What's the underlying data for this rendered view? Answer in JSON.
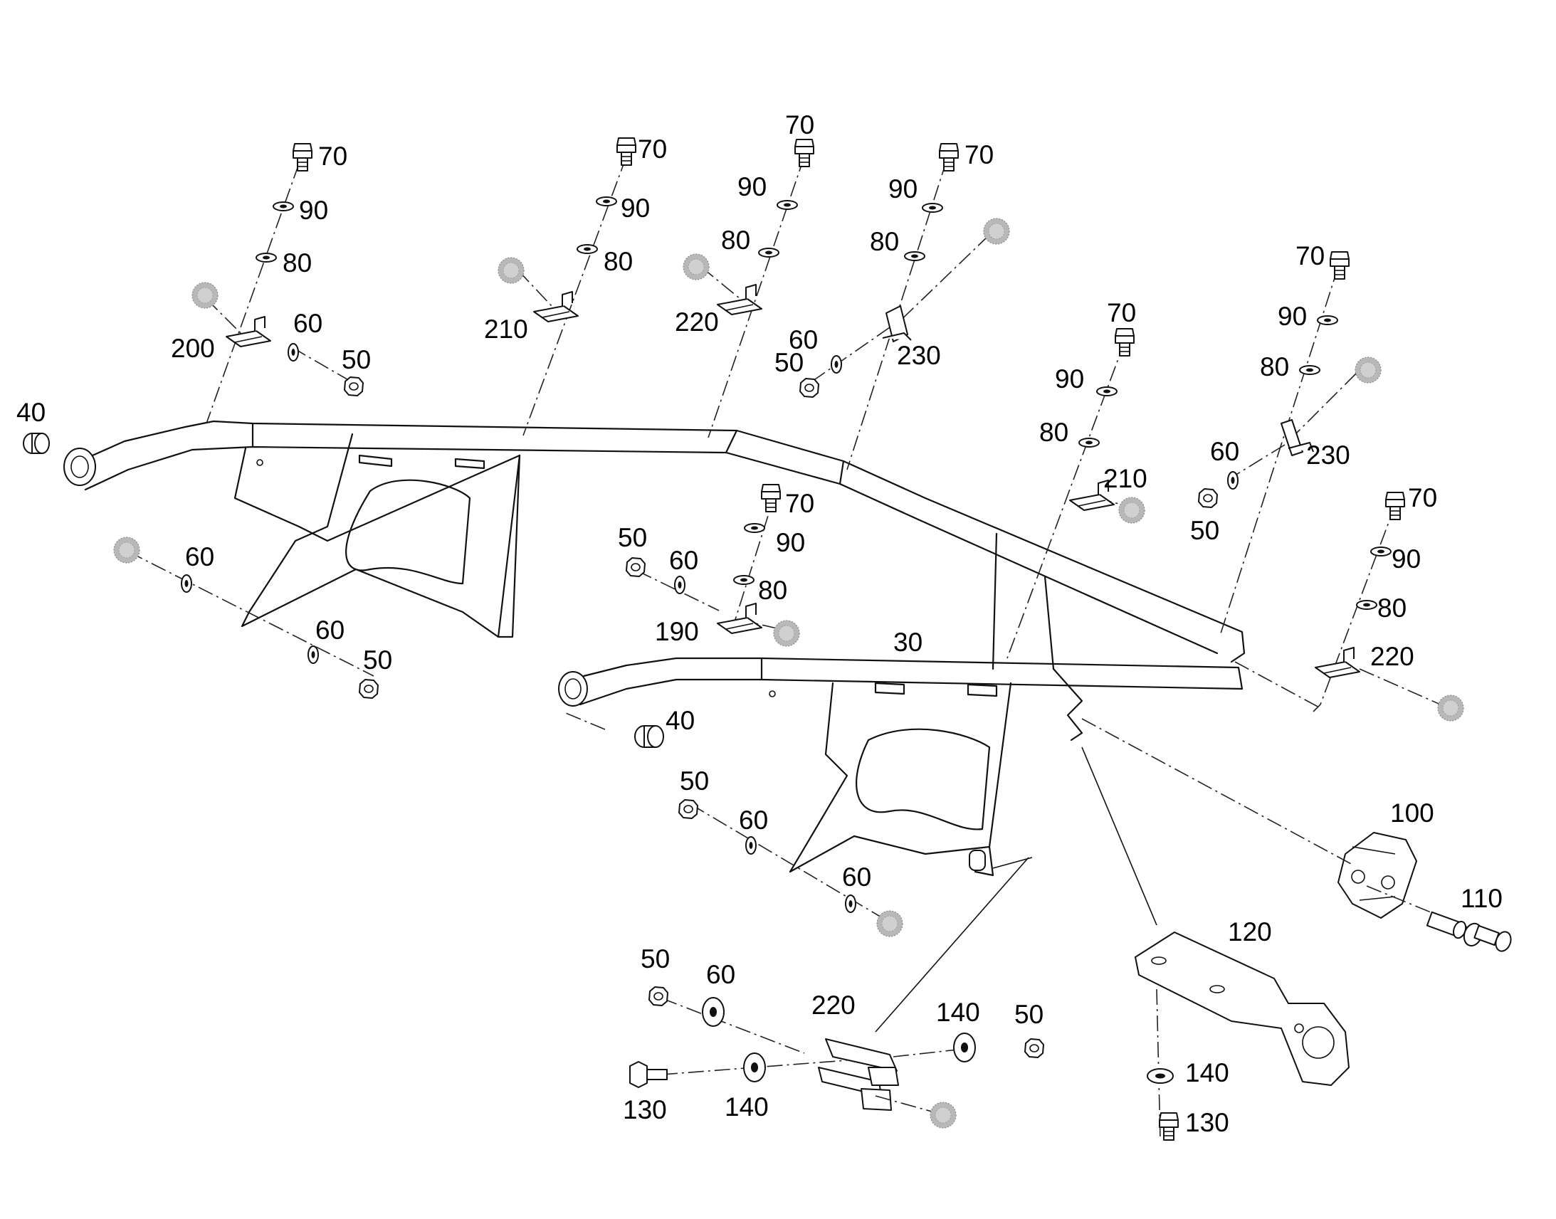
{
  "callouts": [
    {
      "id": "c-70-a",
      "text": "70"
    },
    {
      "id": "c-90-a",
      "text": "90"
    },
    {
      "id": "c-80-a",
      "text": "80"
    },
    {
      "id": "c-60-a",
      "text": "60"
    },
    {
      "id": "c-200",
      "text": "200"
    },
    {
      "id": "c-50-a",
      "text": "50"
    },
    {
      "id": "c-40-a",
      "text": "40"
    },
    {
      "id": "c-70-b",
      "text": "70"
    },
    {
      "id": "c-90-b",
      "text": "90"
    },
    {
      "id": "c-80-b",
      "text": "80"
    },
    {
      "id": "c-210-a",
      "text": "210"
    },
    {
      "id": "c-70-c",
      "text": "70"
    },
    {
      "id": "c-90-c",
      "text": "90"
    },
    {
      "id": "c-80-c",
      "text": "80"
    },
    {
      "id": "c-220-a",
      "text": "220"
    },
    {
      "id": "c-70-d",
      "text": "70"
    },
    {
      "id": "c-90-d",
      "text": "90"
    },
    {
      "id": "c-80-d",
      "text": "80"
    },
    {
      "id": "c-60-b",
      "text": "60"
    },
    {
      "id": "c-50-b",
      "text": "50"
    },
    {
      "id": "c-230-a",
      "text": "230"
    },
    {
      "id": "c-70-e",
      "text": "70"
    },
    {
      "id": "c-90-e",
      "text": "90"
    },
    {
      "id": "c-80-e",
      "text": "80"
    },
    {
      "id": "c-210-b",
      "text": "210"
    },
    {
      "id": "c-70-f",
      "text": "70"
    },
    {
      "id": "c-90-f",
      "text": "90"
    },
    {
      "id": "c-80-f",
      "text": "80"
    },
    {
      "id": "c-60-c",
      "text": "60"
    },
    {
      "id": "c-230-b",
      "text": "230"
    },
    {
      "id": "c-50-c",
      "text": "50"
    },
    {
      "id": "c-70-g",
      "text": "70"
    },
    {
      "id": "c-90-g",
      "text": "90"
    },
    {
      "id": "c-80-g",
      "text": "80"
    },
    {
      "id": "c-220-b",
      "text": "220"
    },
    {
      "id": "c-60-d",
      "text": "60"
    },
    {
      "id": "c-60-e",
      "text": "60"
    },
    {
      "id": "c-50-d",
      "text": "50"
    },
    {
      "id": "c-50-e",
      "text": "50"
    },
    {
      "id": "c-60-f",
      "text": "60"
    },
    {
      "id": "c-70-h",
      "text": "70"
    },
    {
      "id": "c-90-h",
      "text": "90"
    },
    {
      "id": "c-80-h",
      "text": "80"
    },
    {
      "id": "c-190",
      "text": "190"
    },
    {
      "id": "c-30",
      "text": "30"
    },
    {
      "id": "c-40-b",
      "text": "40"
    },
    {
      "id": "c-50-f",
      "text": "50"
    },
    {
      "id": "c-60-g",
      "text": "60"
    },
    {
      "id": "c-60-h",
      "text": "60"
    },
    {
      "id": "c-100",
      "text": "100"
    },
    {
      "id": "c-110",
      "text": "110"
    },
    {
      "id": "c-120",
      "text": "120"
    },
    {
      "id": "c-50-g",
      "text": "50"
    },
    {
      "id": "c-60-i",
      "text": "60"
    },
    {
      "id": "c-220-c",
      "text": "220"
    },
    {
      "id": "c-140-a",
      "text": "140"
    },
    {
      "id": "c-50-h",
      "text": "50"
    },
    {
      "id": "c-130-a",
      "text": "130"
    },
    {
      "id": "c-140-b",
      "text": "140"
    },
    {
      "id": "c-140-c",
      "text": "140"
    },
    {
      "id": "c-130-b",
      "text": "130"
    }
  ]
}
